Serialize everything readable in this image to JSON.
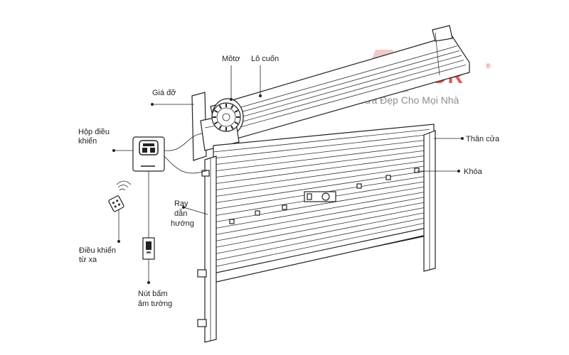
{
  "brand": {
    "logo_text": "DOOR",
    "registered_mark": "®",
    "tagline": "Cửa Đẹp Cho Mọi Nhà",
    "colors": {
      "logo_red": "#e0595d",
      "logo_pink": "#f2c9ca",
      "tagline": "#8e8e8e"
    }
  },
  "labels": {
    "motor": "Môtơ",
    "roller": "Lô cuốn",
    "bracket": "Giá đỡ",
    "control_box": [
      "Hộp điều",
      "khiển"
    ],
    "remote": [
      "Điều khiển",
      "từ xa"
    ],
    "wall_button": [
      "Nút bấm",
      "âm tường"
    ],
    "guide_rail": [
      "Ray",
      "dẫn",
      "hướng"
    ],
    "door_body": "Thân cửa",
    "lock": "Khóa"
  },
  "icons": {
    "motor": "gear-icon",
    "control_box": "control-box-icon",
    "remote": "remote-control-icon",
    "wall_button": "wall-switch-icon",
    "lock": "lock-icon"
  },
  "door": {
    "slat_count": 20
  }
}
